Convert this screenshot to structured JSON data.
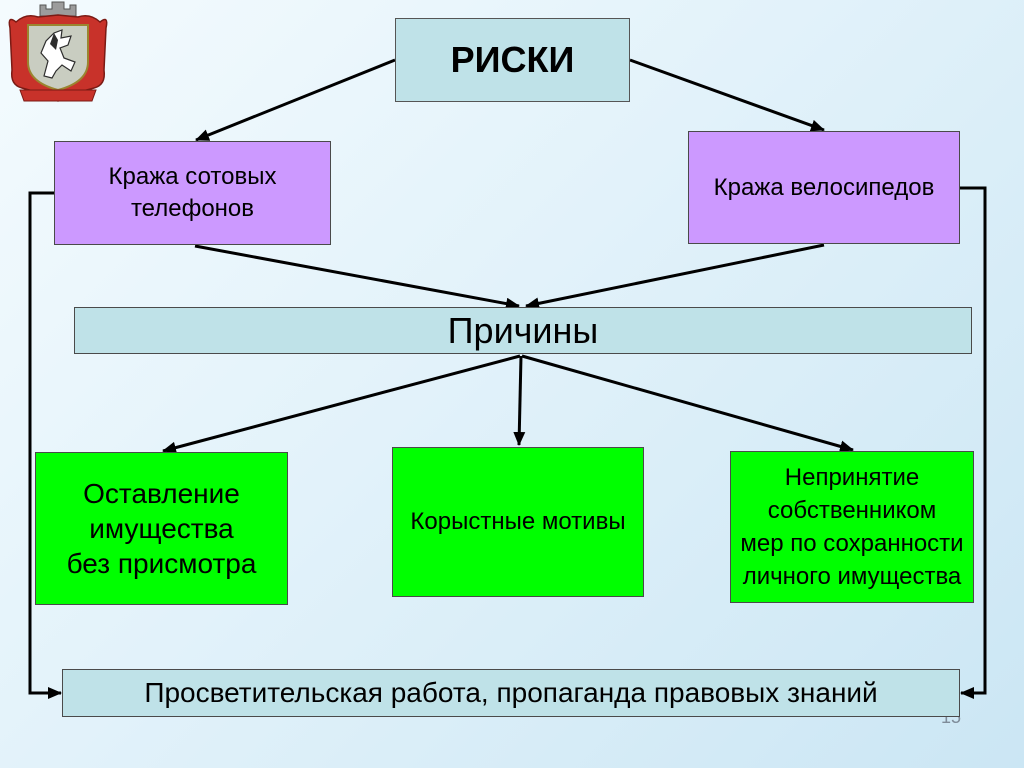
{
  "slide": {
    "title": "РИСКИ",
    "risk_left": {
      "lines": [
        "Кража сотовых",
        "телефонов"
      ]
    },
    "risk_right": {
      "lines": [
        "Кража велосипедов"
      ]
    },
    "causes_header": "Причины",
    "causes": [
      {
        "lines": [
          "Оставление",
          "имущества",
          "без присмотра"
        ]
      },
      {
        "lines": [
          "Корыстные мотивы"
        ]
      },
      {
        "lines": [
          "Непринятие",
          "собственником",
          "мер по сохранности",
          "личного имущества"
        ]
      }
    ],
    "measure": "Просветительская работа, пропаганда правовых знаний",
    "page_number": "15"
  },
  "emblem": {
    "icon": "city-coat-of-arms-icon"
  },
  "colors": {
    "cyan": "#bfe2e8",
    "purple": "#cc99ff",
    "green": "#00ff00",
    "arrow": "#000000",
    "emblem_red": "#c8322a"
  }
}
